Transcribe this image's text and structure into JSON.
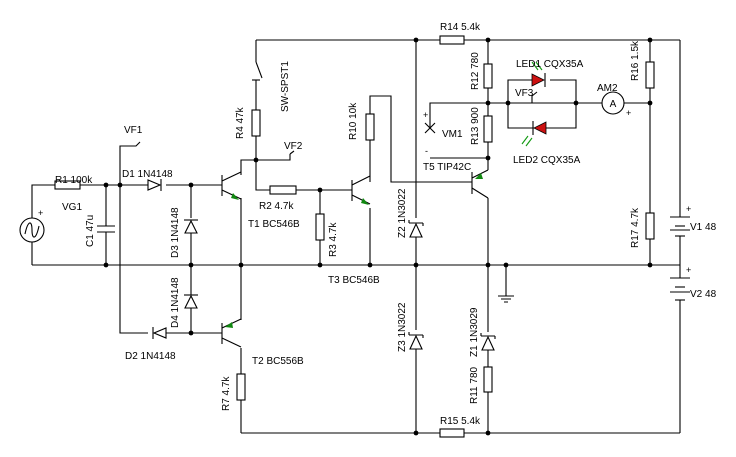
{
  "colors": {
    "wire": "#000000",
    "led": "#cc1111",
    "led_rays": "#119911",
    "emitter_arrow": "#118811",
    "background": "#ffffff"
  },
  "components": {
    "R1": "R1 100k",
    "VG1": "VG1",
    "C1": "C1 47u",
    "D1": "D1 1N4148",
    "D2": "D2 1N4148",
    "D3": "D3 1N4148",
    "D4": "D4 1N4148",
    "T1": "T1 BC546B",
    "T2": "T2 BC556B",
    "R2": "R2 4.7k",
    "R3": "R3 4.7k",
    "R4": "R4 47k",
    "SW": "SW-SPST1",
    "R7": "R7 4.7k",
    "R10": "R10 10k",
    "T3": "T3 BC546B",
    "Z2": "Z2 1N3022",
    "Z3": "Z3 1N3022",
    "R14": "R14 5.4k",
    "R15": "R15 5.4k",
    "R12": "R12 780",
    "R13": "R13 900",
    "VM1": "VM1",
    "T5": "T5 TIP42C",
    "LED1": "LED1 CQX35A",
    "LED2": "LED2 CQX35A",
    "VF3": "VF3",
    "AM2": "AM2",
    "R16": "R16 1.5k",
    "R17": "R17 4.7k",
    "V1": "V1 48",
    "V2": "V2 48",
    "Z1": "Z1 1N3029",
    "R11": "R11 780"
  },
  "probes": {
    "VF1": "VF1",
    "VF2": "VF2"
  },
  "meter_symbol": "A",
  "marks": {
    "plus": "+",
    "minus": "-"
  }
}
